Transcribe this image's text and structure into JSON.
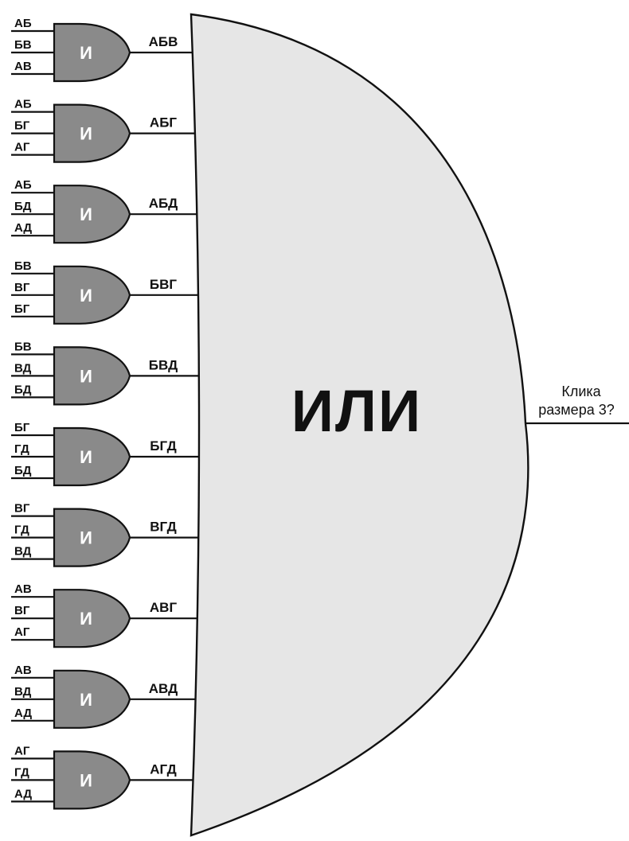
{
  "or_gate": {
    "label": "ИЛИ",
    "fill": "#e6e6e6"
  },
  "and_gate": {
    "label": "И",
    "fill": "#8a8a8a"
  },
  "output": {
    "line1": "Клика",
    "line2": "размера 3?"
  },
  "gates": [
    {
      "inputs": [
        "АБ",
        "БВ",
        "АВ"
      ],
      "output": "АБВ"
    },
    {
      "inputs": [
        "АБ",
        "БГ",
        "АГ"
      ],
      "output": "АБГ"
    },
    {
      "inputs": [
        "АБ",
        "БД",
        "АД"
      ],
      "output": "АБД"
    },
    {
      "inputs": [
        "БВ",
        "ВГ",
        "БГ"
      ],
      "output": "БВГ"
    },
    {
      "inputs": [
        "БВ",
        "ВД",
        "БД"
      ],
      "output": "БВД"
    },
    {
      "inputs": [
        "БГ",
        "ГД",
        "БД"
      ],
      "output": "БГД"
    },
    {
      "inputs": [
        "ВГ",
        "ГД",
        "ВД"
      ],
      "output": "ВГД"
    },
    {
      "inputs": [
        "АВ",
        "ВГ",
        "АГ"
      ],
      "output": "АВГ"
    },
    {
      "inputs": [
        "АВ",
        "ВД",
        "АД"
      ],
      "output": "АВД"
    },
    {
      "inputs": [
        "АГ",
        "ГД",
        "АД"
      ],
      "output": "АГД"
    }
  ]
}
